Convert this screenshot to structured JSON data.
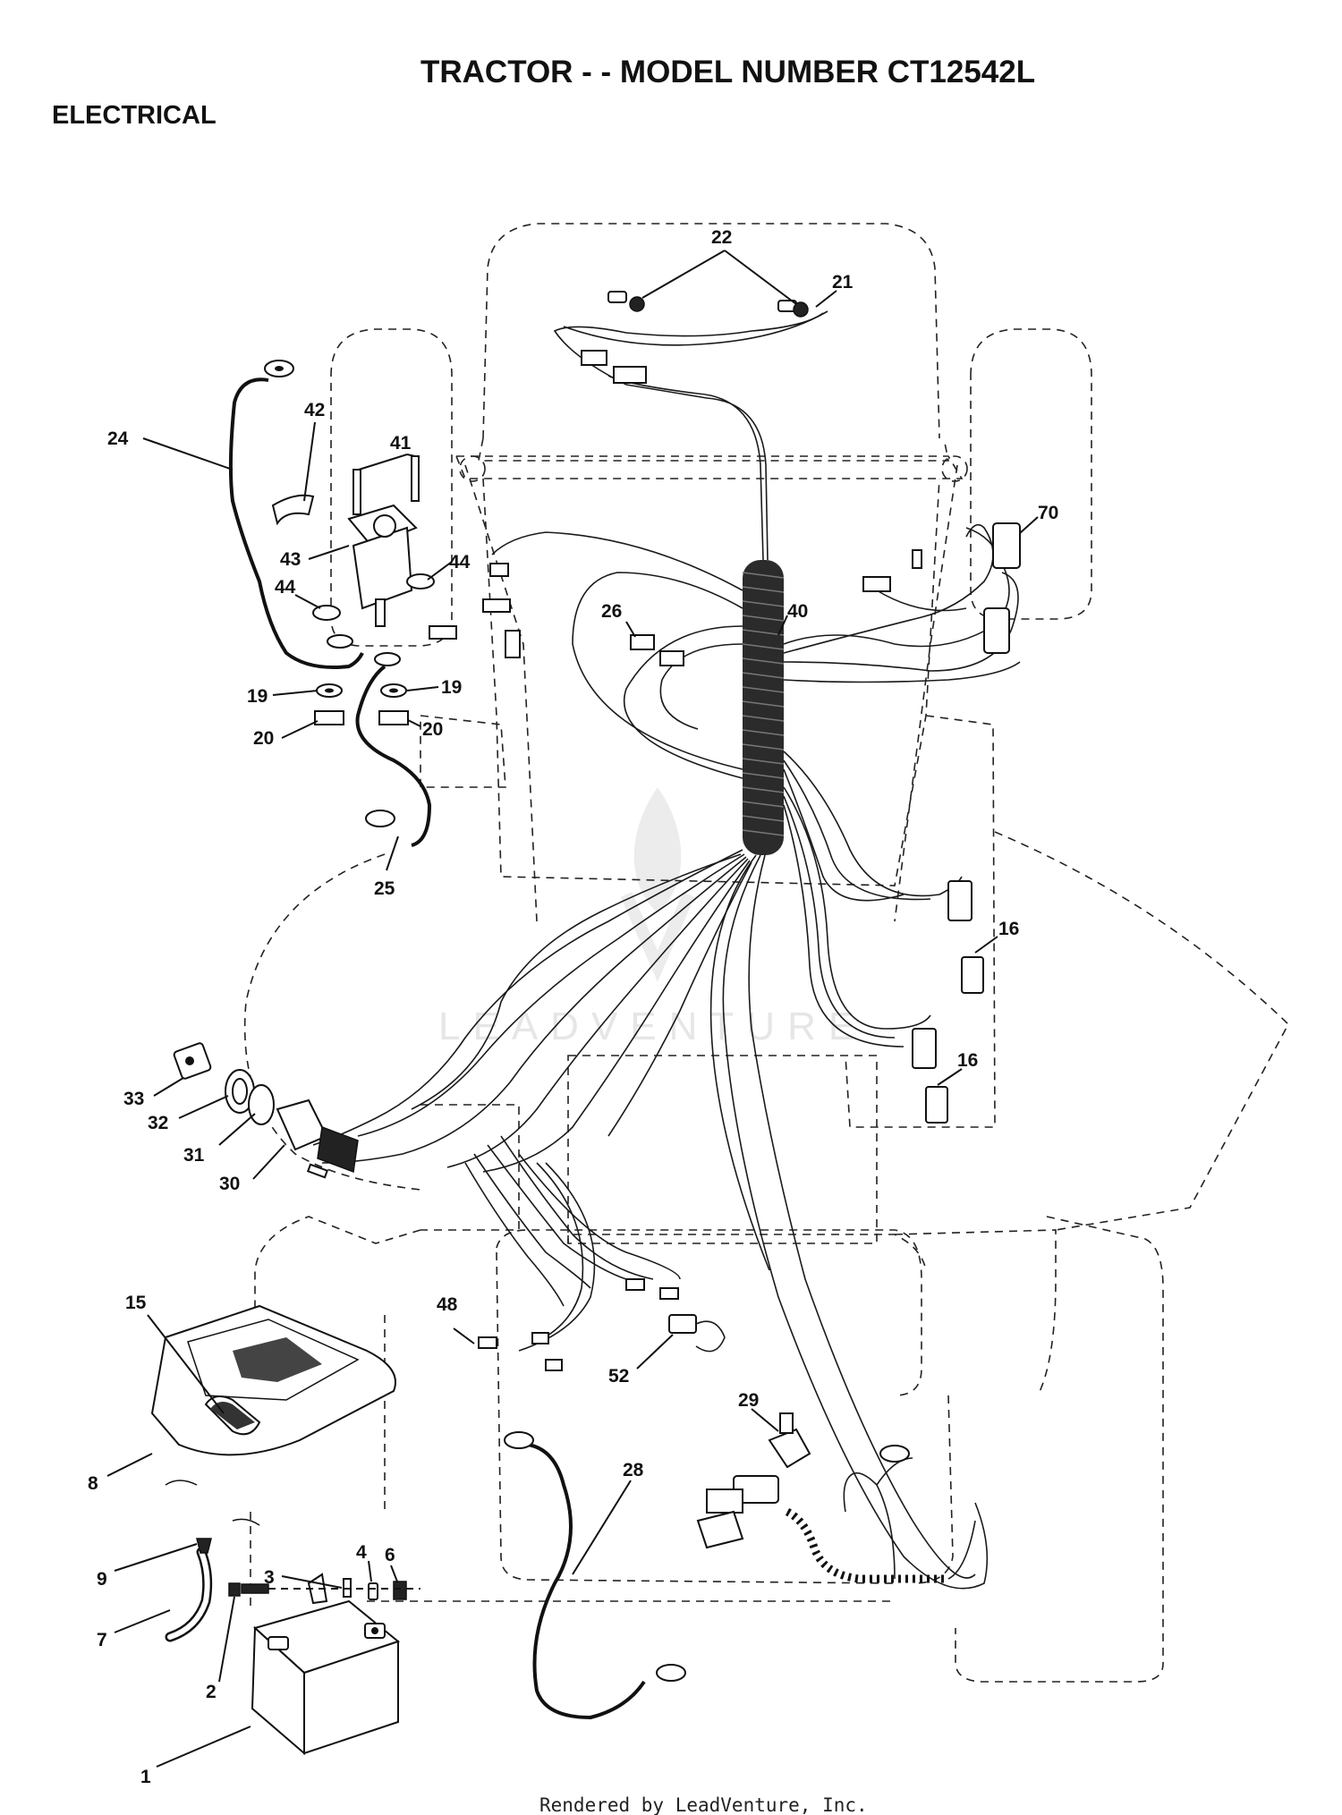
{
  "header": {
    "title": "TRACTOR - - MODEL NUMBER CT12542L",
    "section": "ELECTRICAL"
  },
  "footer": {
    "rendered_by": "Rendered by LeadVenture, Inc."
  },
  "watermark": {
    "text": "LEADVENTURE"
  },
  "callouts": [
    {
      "label": "22"
    },
    {
      "label": "21"
    },
    {
      "label": "70"
    },
    {
      "label": "42"
    },
    {
      "label": "41"
    },
    {
      "label": "24"
    },
    {
      "label": "43"
    },
    {
      "label": "44"
    },
    {
      "label": "44"
    },
    {
      "label": "19"
    },
    {
      "label": "19"
    },
    {
      "label": "20"
    },
    {
      "label": "20"
    },
    {
      "label": "25"
    },
    {
      "label": "26"
    },
    {
      "label": "40"
    },
    {
      "label": "16"
    },
    {
      "label": "16"
    },
    {
      "label": "33"
    },
    {
      "label": "32"
    },
    {
      "label": "31"
    },
    {
      "label": "30"
    },
    {
      "label": "15"
    },
    {
      "label": "48"
    },
    {
      "label": "52"
    },
    {
      "label": "29"
    },
    {
      "label": "28"
    },
    {
      "label": "8"
    },
    {
      "label": "9"
    },
    {
      "label": "7"
    },
    {
      "label": "3"
    },
    {
      "label": "4"
    },
    {
      "label": "6"
    },
    {
      "label": "2"
    },
    {
      "label": "1"
    }
  ]
}
